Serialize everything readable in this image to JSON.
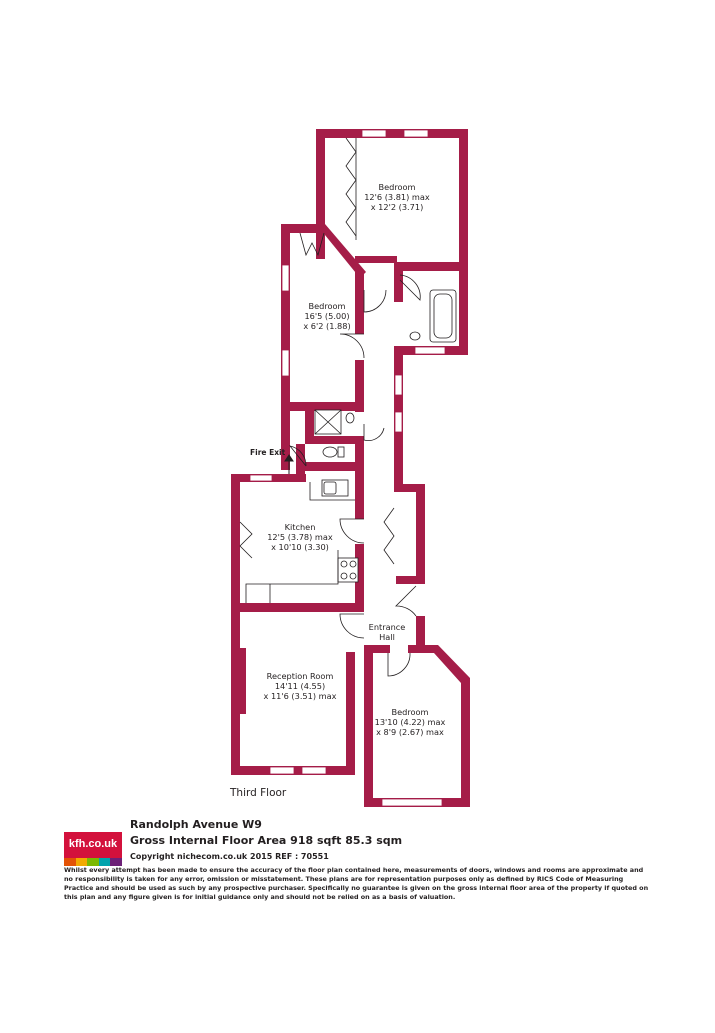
{
  "floor_label": "Third Floor",
  "fire_exit_label": "Fire Exit",
  "rooms": {
    "bedroom1": {
      "name": "Bedroom",
      "dim1": "12'6 (3.81) max",
      "dim2": "x 12'2 (3.71)"
    },
    "bedroom2": {
      "name": "Bedroom",
      "dim1": "16'5 (5.00)",
      "dim2": "x 6'2 (1.88)"
    },
    "kitchen": {
      "name": "Kitchen",
      "dim1": "12'5 (3.78) max",
      "dim2": "x 10'10 (3.30)"
    },
    "entrance": {
      "name": "Entrance",
      "name2": "Hall"
    },
    "reception": {
      "name": "Reception Room",
      "dim1": "14'11 (4.55)",
      "dim2": "x 11'6 (3.51) max"
    },
    "bedroom3": {
      "name": "Bedroom",
      "dim1": "13'10 (4.22) max",
      "dim2": "x 8'9 (2.67) max"
    }
  },
  "footer": {
    "address": "Randolph Avenue W9",
    "area": "Gross Internal Floor Area 918 sqft 85.3 sqm",
    "copyright": "Copyright nichecom.co.uk 2015 REF : 70551",
    "logo_text": "kfh.co.uk",
    "disclaimer": "Whilst every attempt has been made to ensure the accuracy of the floor plan contained here, measurements of doors, windows and rooms are approximate and no responsibility is taken for any error, omission or misstatement.  These plans are for representation purposes only as defined by RICS Code of Measuring Practice and should be used as such by any prospective purchaser.  Specifically no guarantee is given on the gross internal floor area of the property if quoted on this plan and any figure given is for initial guidance only and should not be relied on as a basis of valuation."
  },
  "colors": {
    "wall": "#a51d48",
    "logo_red": "#d3113c",
    "logo_bars": [
      "#e35205",
      "#f2a900",
      "#7ab800",
      "#00a3ad",
      "#6d2077"
    ]
  }
}
